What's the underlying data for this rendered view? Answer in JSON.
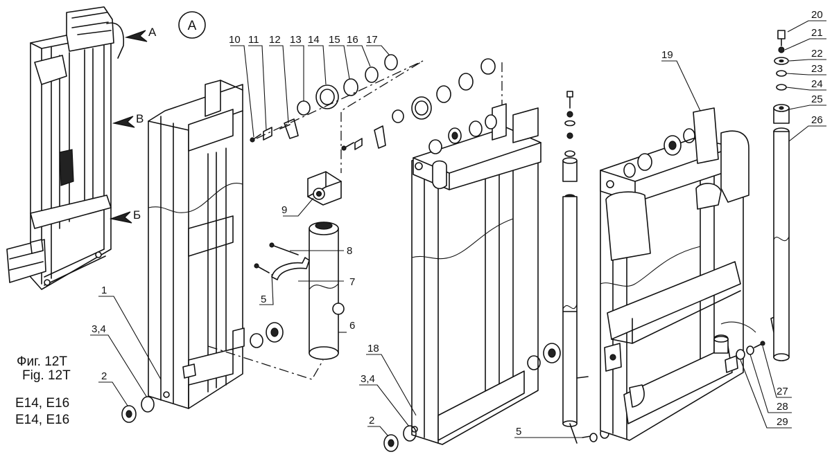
{
  "section_marker": "A",
  "view_callouts": {
    "a": "A",
    "b": "B",
    "v": "Б"
  },
  "caption": {
    "line1": "Фиг. 12Т",
    "line2": "Fig. 12T",
    "line3": "E14, E16",
    "line4": "E14, E16"
  },
  "part_numbers": {
    "p1": "1",
    "p2a": "2",
    "p2b": "2",
    "p34a": "3,4",
    "p34b": "3,4",
    "p5a": "5",
    "p5b": "5",
    "p6": "6",
    "p7": "7",
    "p8": "8",
    "p9": "9",
    "p10": "10",
    "p11": "11",
    "p12": "12",
    "p13": "13",
    "p14": "14",
    "p15": "15",
    "p16": "16",
    "p17": "17",
    "p18": "18",
    "p19": "19",
    "p20": "20",
    "p21": "21",
    "p22": "22",
    "p23": "23",
    "p24": "24",
    "p25": "25",
    "p26": "26",
    "p27": "27",
    "p28": "28",
    "p29": "29"
  }
}
